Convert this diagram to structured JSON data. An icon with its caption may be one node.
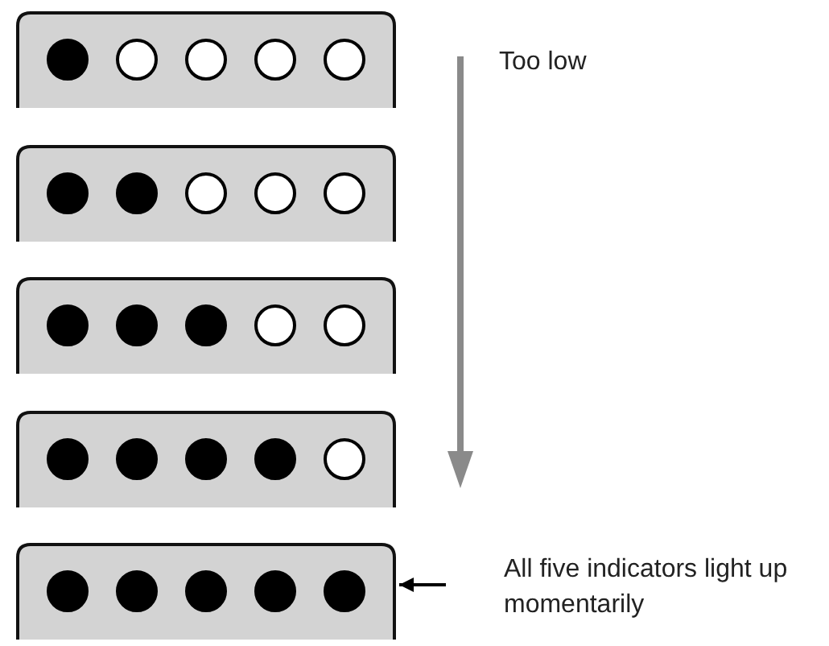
{
  "diagram": {
    "nodes": [
      {
        "text": [],
        "shape": "box"
      },
      {
        "text": [],
        "shape": "box"
      },
      {
        "text": [],
        "shape": "box"
      },
      {
        "text": [],
        "shape": "box"
      },
      {
        "text": [],
        "shape": "box"
      },
      {
        "text": [
          "All five indicators light up momentarily"
        ]
      }
    ],
    "edges": [
      {
        "from": 5,
        "to": 4,
        "arrow": "to"
      }
    ],
    "labels": [
      "Too low"
    ]
  }
}
